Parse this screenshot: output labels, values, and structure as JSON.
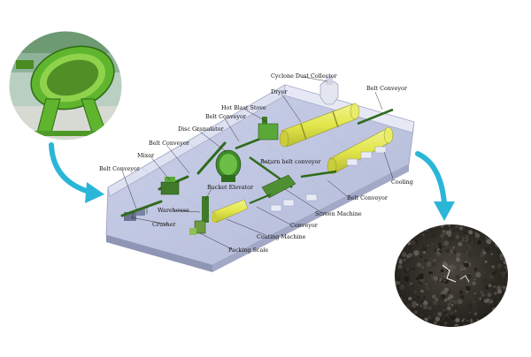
{
  "diagram": {
    "labels": [
      {
        "id": "cyclone-dust-collector",
        "text": "Cyclone Dust Collector"
      },
      {
        "id": "belt-conveyor-top-right",
        "text": "Belt Conveyor"
      },
      {
        "id": "dryer",
        "text": "Dryer"
      },
      {
        "id": "hot-blast-stove",
        "text": "Hot Blast Stove"
      },
      {
        "id": "belt-conveyor-upper",
        "text": "Belt Conveyor"
      },
      {
        "id": "disc-granulator",
        "text": "Disc Granulator"
      },
      {
        "id": "belt-conveyor-mid",
        "text": "Belt Conveyor"
      },
      {
        "id": "mixer",
        "text": "Mixer"
      },
      {
        "id": "belt-conveyor-left",
        "text": "Belt Conveyor"
      },
      {
        "id": "return-belt-conveyor",
        "text": "Return belt conveyor"
      },
      {
        "id": "cooling",
        "text": "Cooling"
      },
      {
        "id": "bucket-elevator",
        "text": "Bucket Elevator"
      },
      {
        "id": "belt-conveyor-right",
        "text": "Belt Conveyor"
      },
      {
        "id": "warehouse",
        "text": "Warehouse"
      },
      {
        "id": "screen-machine",
        "text": "Screen Machine"
      },
      {
        "id": "crusher",
        "text": "Crusher"
      },
      {
        "id": "conveyor",
        "text": "Conveyor"
      },
      {
        "id": "coating-machine",
        "text": "Coating Machine"
      },
      {
        "id": "packing-scale",
        "text": "Packing Scale"
      }
    ],
    "colors": {
      "accent_arrow": "#2bb6d8",
      "machine_green": "#5aa838",
      "dryer_yellow": "#e4e84a",
      "platform_blue": "#c7cde6",
      "granule_dark": "#2c2a25"
    }
  }
}
